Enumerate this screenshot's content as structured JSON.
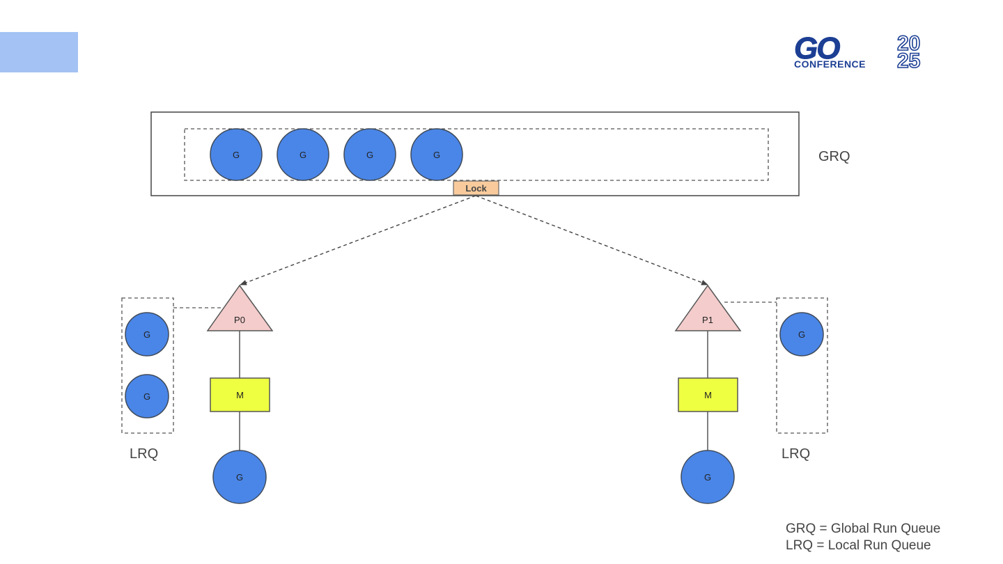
{
  "colors": {
    "corner_block": "#a4c2f4",
    "goroutine_fill": "#4a86e8",
    "goroutine_stroke": "#3f4a5a",
    "processor_fill": "#f4cccc",
    "machine_fill": "#eeff41",
    "lock_fill": "#f9cb9c",
    "line": "#444444",
    "logo": "#1c3f94"
  },
  "logo": {
    "word": "GO",
    "subtitle": "CONFERENCE",
    "year_top": "20",
    "year_bottom": "25"
  },
  "grq": {
    "label": "GRQ",
    "goroutines": [
      "G",
      "G",
      "G",
      "G"
    ],
    "lock_label": "Lock"
  },
  "left": {
    "processor": "P0",
    "machine": "M",
    "running": "G",
    "lrq_label": "LRQ",
    "lrq": [
      "G",
      "G"
    ]
  },
  "right": {
    "processor": "P1",
    "machine": "M",
    "running": "G",
    "lrq_label": "LRQ",
    "lrq": [
      "G"
    ]
  },
  "legend": {
    "line1": "GRQ = Global Run Queue",
    "line2": "LRQ = Local Run Queue"
  }
}
